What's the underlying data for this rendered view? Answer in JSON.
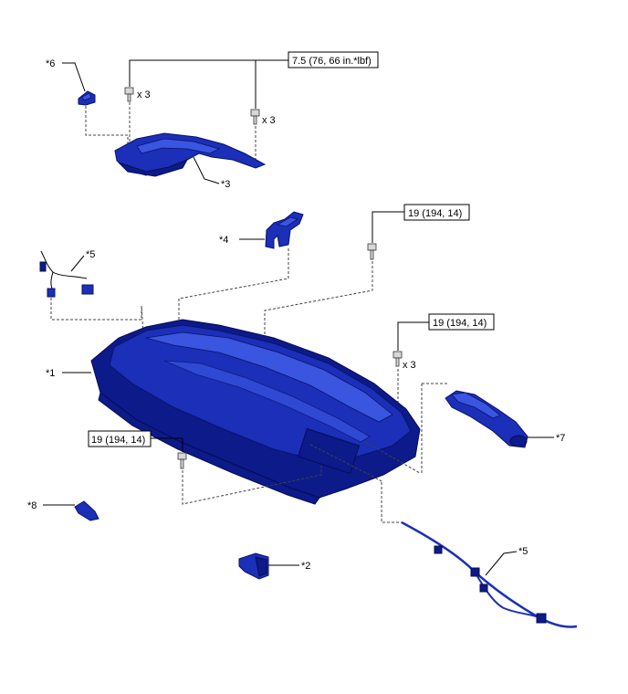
{
  "callouts": {
    "c1": "*1",
    "c2": "*2",
    "c3": "*3",
    "c4": "*4",
    "c5a": "*5",
    "c5b": "*5",
    "c6": "*6",
    "c7": "*7",
    "c8": "*8"
  },
  "torque": {
    "t1": "7.5 (76, 66 in.*lbf)",
    "t2": "19 (194, 14)",
    "t3": "19 (194, 14)",
    "t4": "19 (194, 14)"
  },
  "quantities": {
    "q1": "x 3",
    "q2": "x 3",
    "q3": "x 3"
  },
  "colors": {
    "part": "#1b2fb8"
  }
}
